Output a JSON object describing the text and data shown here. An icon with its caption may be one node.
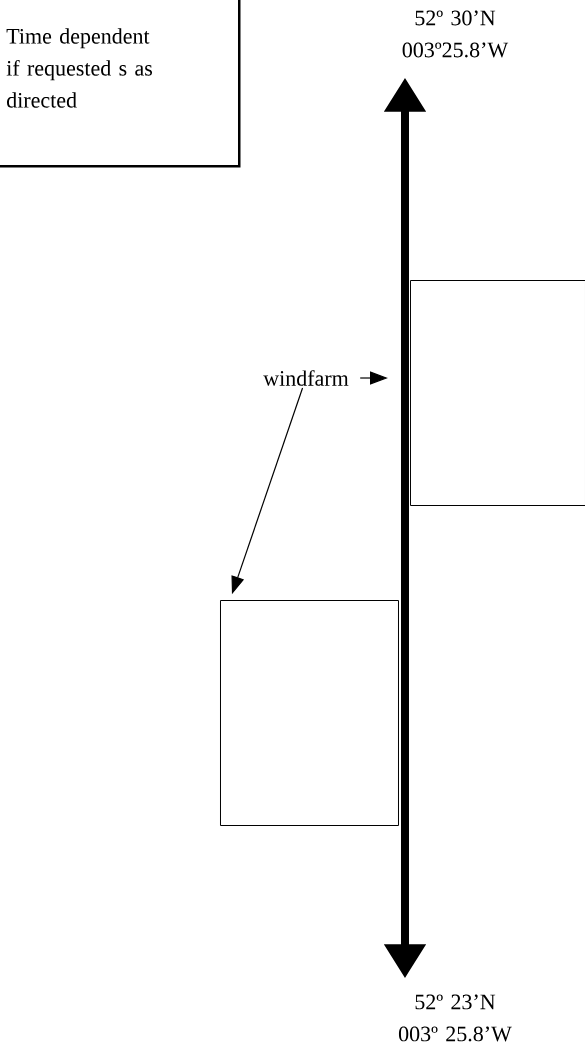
{
  "diagram": {
    "nodes": [
      {
        "text": [
          "Time dependent if requested s as directed"
        ]
      },
      {
        "text": [
          "52º 30’N 003º25.8’W"
        ]
      },
      {
        "text": [
          "52º 23’N 003º 25.8’W"
        ]
      },
      {
        "text": [
          "windfarm"
        ]
      },
      {
        "text": [],
        "shape": "box"
      },
      {
        "text": [],
        "shape": "box"
      }
    ],
    "edges": [
      {
        "from": 1,
        "to": 2,
        "arrow": "both",
        "style": "thick"
      },
      {
        "from": 3,
        "to": null,
        "arrow": "to"
      },
      {
        "from": 3,
        "to": 5,
        "arrow": "to"
      }
    ]
  }
}
